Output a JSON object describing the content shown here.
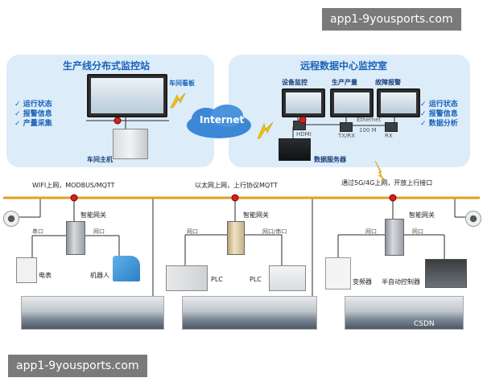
{
  "watermark": "app1-9yousports.com",
  "left_panel": {
    "title": "生产线分布式监控站",
    "items": [
      "运行状态",
      "报警信息",
      "产量采集"
    ],
    "board_label": "车间看板",
    "host_label": "车间主机"
  },
  "cloud_label": "Internet",
  "right_panel": {
    "title": "远程数据中心监控室",
    "screens": [
      "设备监控",
      "生产产量",
      "故障报警"
    ],
    "items": [
      "运行状态",
      "报警信息",
      "数据分析"
    ],
    "hdmi": "HDMI",
    "txrx": "TX/RX",
    "ethernet": "Ethernet",
    "speed": "100 M",
    "rx": "RX",
    "server": "数据服务器"
  },
  "uplinks": {
    "left": "WIFI上网，MODBUS/MQTT",
    "center": "以太网上网，上行协议MQTT",
    "right": "通过5G/4G上网，开放上行接口"
  },
  "stations": [
    {
      "gateway": "智能网关",
      "port_a": "串口",
      "port_b": "网口",
      "device_a": "电表",
      "device_b": "机器人"
    },
    {
      "gateway": "智能网关",
      "port_a": "网口",
      "port_b": "网口/串口",
      "device_a": "PLC",
      "device_b": "PLC"
    },
    {
      "gateway": "智能网关",
      "port_a": "网口",
      "port_b": "网口",
      "device_a": "变频器",
      "device_b": "半自动控制器"
    }
  ],
  "csdn_mark": "CSDN"
}
